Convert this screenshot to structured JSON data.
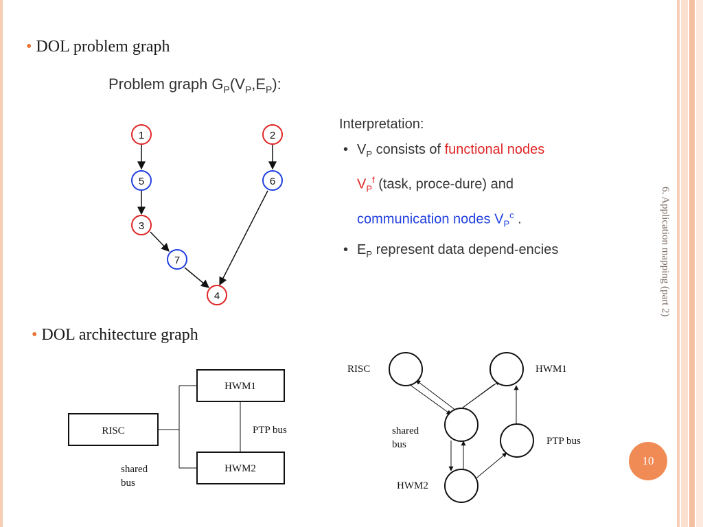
{
  "bullets": {
    "problem": "DOL problem graph",
    "architecture": "DOL architecture graph"
  },
  "side_title": "6. Application mapping (part 2)",
  "page_number": "10",
  "problem_graph": {
    "title_main": "Problem graph G",
    "title_sub_p": "P",
    "title_open": "(V",
    "title_comma": ",E",
    "title_close": "):",
    "nodes": [
      {
        "label": "1",
        "kind": "functional"
      },
      {
        "label": "5",
        "kind": "communication"
      },
      {
        "label": "3",
        "kind": "functional"
      },
      {
        "label": "7",
        "kind": "communication"
      },
      {
        "label": "4",
        "kind": "functional"
      },
      {
        "label": "2",
        "kind": "functional"
      },
      {
        "label": "6",
        "kind": "communication"
      }
    ],
    "colors": {
      "functional": "#e02424",
      "communication": "#1f3fe0"
    }
  },
  "interpretation": {
    "heading": "Interpretation:",
    "item1_v": "V",
    "item1_sub": "P",
    "item1_a": " consists of ",
    "item1_functional": "functional nodes V",
    "item1_f_sub": "P",
    "item1_f_sup": "f",
    "item1_b": " (task, proce-dure) and ",
    "item1_communication": "communication nodes V",
    "item1_c_sub": "P",
    "item1_c_sup": "c",
    "item1_end": " .",
    "item2_e": "E",
    "item2_sub": "P",
    "item2_text": " represent data depend-encies"
  },
  "arch_left": {
    "risc": "RISC",
    "hwm1": "HWM1",
    "hwm2": "HWM2",
    "ptp_bus": "PTP bus",
    "shared_bus_1": "shared",
    "shared_bus_2": "bus"
  },
  "arch_right": {
    "risc": "RISC",
    "hwm1": "HWM1",
    "hwm2": "HWM2",
    "ptp_bus": "PTP bus",
    "shared_bus_1": "shared",
    "shared_bus_2": "bus"
  }
}
